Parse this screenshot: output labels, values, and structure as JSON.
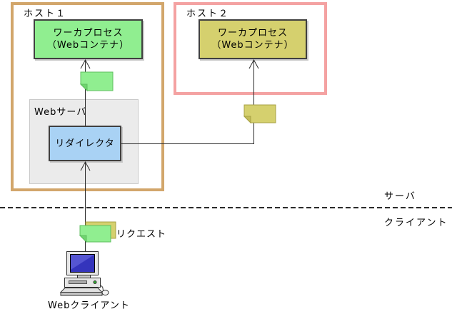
{
  "hosts": {
    "host1": {
      "label": "ホスト１",
      "worker_line1": "ワーカプロセス",
      "worker_line2": "（Webコンテナ）",
      "webserver_label": "Webサーバ",
      "redirector_label": "リダイレクタ"
    },
    "host2": {
      "label": "ホスト２",
      "worker_line1": "ワーカプロセス",
      "worker_line2": "（Webコンテナ）"
    }
  },
  "zones": {
    "server_label": "サーバ",
    "client_label": "クライアント"
  },
  "client": {
    "request_label": "リクエスト",
    "computer_label": "Webクライアント"
  },
  "icons": {
    "notes": [
      "green-request-note",
      "yellow-request-note"
    ],
    "computer": "desktop-computer"
  },
  "colors": {
    "host1_border": "#D2A66B",
    "host2_border": "#F4A2A2",
    "worker1_fill": "#90EE90",
    "worker2_fill": "#D5D06E",
    "redirector_fill": "#A9D2F4",
    "webserver_fill": "#EBEBEB",
    "note_green": "#90EE90",
    "note_yellow": "#D5D06E",
    "connector": "#2B2B2B"
  }
}
